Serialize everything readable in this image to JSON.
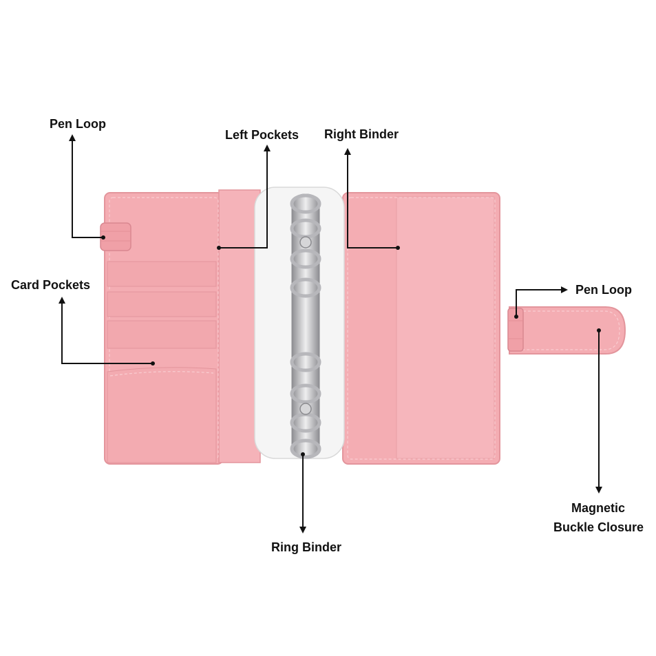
{
  "labels": {
    "pen_loop_left": "Pen Loop",
    "left_pockets": "Left Pockets",
    "right_binder": "Right Binder",
    "card_pockets": "Card Pockets",
    "pen_loop_right": "Pen Loop",
    "ring_binder": "Ring Binder",
    "magnetic_buckle_line1": "Magnetic",
    "magnetic_buckle_line2": "Buckle Closure"
  },
  "colors": {
    "leather": "#f4adb3",
    "leather_dark": "#e8979e",
    "stitch": "#f9cdd1",
    "paper": "#f5f5f5",
    "metal": "#c9c9cc",
    "annotation": "#111111",
    "background": "#ffffff"
  }
}
